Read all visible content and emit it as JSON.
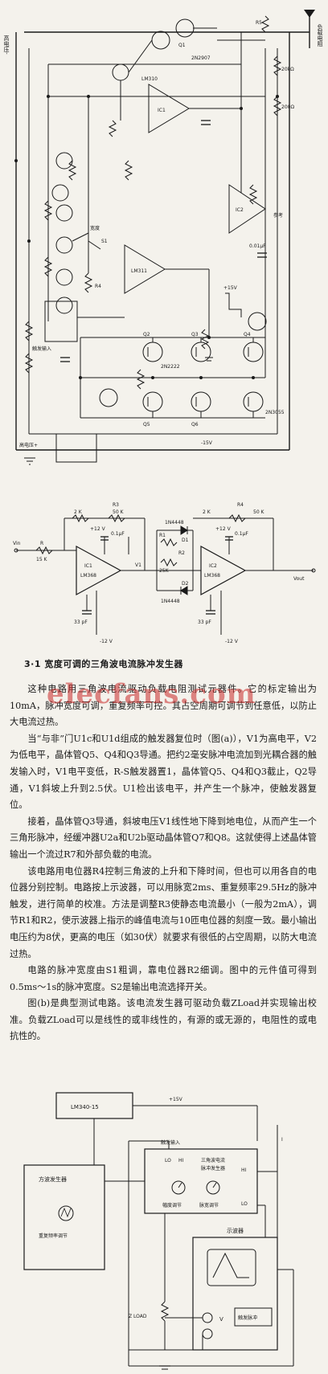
{
  "fig_a": {
    "labels": {
      "hv_minus": "高电压-",
      "hv_plus": "高电压+",
      "load_out": "负载电阻",
      "ref_out": "参考",
      "r5": "R5",
      "r4": "R4",
      "ic1": "IC1",
      "ic2": "IC2",
      "lm310": "LM310",
      "q1": "Q1",
      "q2": "Q2",
      "q3": "Q3",
      "q4": "Q4",
      "q5": "Q5",
      "q6": "Q6",
      "v15": "+15V",
      "v15n": "-15V",
      "k20": "20kΩ",
      "r200": "200Ω",
      "c01": "0.01μF",
      "n2n2222": "2N2222",
      "n2n2907": "2N2907",
      "n2n3055": "2N3055",
      "lm311": "LM311",
      "sw": "S1",
      "trigger": "触发输入",
      "width": "宽度"
    }
  },
  "fig_b": {
    "labels": {
      "r2k": "2 K",
      "r2k2": "2 K",
      "r3": "R3",
      "r4": "R4",
      "r50k": "50 K",
      "r50k2": "50 K",
      "v12": "+12 V",
      "v12b": "+12 V",
      "v12n": "-12 V",
      "v12nb": "-12 V",
      "c01": "0.1μF",
      "c01b": "0.1μF",
      "lm368": "LM368",
      "lm368b": "LM368",
      "ic1": "IC1",
      "ic2": "IC2",
      "vin": "Vin",
      "r": "R",
      "k15": "15 K",
      "pf33": "33 pF",
      "pf33b": "33 pF",
      "r1": "R1",
      "r2": "R2",
      "d1": "D1",
      "d2": "D2",
      "in4448": "1N4448",
      "in4448b": "1N4448",
      "v1": "V1",
      "vout": "Vout",
      "r25k": "25K"
    }
  },
  "caption": "3·1 宽度可调的三角波电流脉冲发生器",
  "watermark": "elecfans.com",
  "paragraphs": [
    "这种电路用三角波电流驱动负载电阻测试元器件。它的标定输出为10mA，脉冲宽度可调，重复频率可控。其占空周期可调节到任意低，以防止大电流过热。",
    "当“与非”门U1c和U1d组成的触发器复位时（图(a)），V1为高电平，V2为低电平，晶体管Q5、Q4和Q3导通。把约2毫安脉冲电流加到光耦合器的触发输入时，V1电平变低，R-S触发器置1，晶体管Q5、Q4和Q3截止，Q2导通，V1斜坡上升到2.5伏。U1检出该电平，并产生一个脉冲，使触发器复位。",
    "接着，晶体管Q3导通，斜坡电压V1线性地下降到地电位，从而产生一个三角形脉冲，经缓冲器U2a和U2b驱动晶体管Q7和Q8。这就使得上述晶体管输出一个流过R7和外部负载的电流。",
    "该电路用电位器R4控制三角波的上升和下降时间，但也可以用各自的电位器分别控制。电路按上示波器，可以用脉宽2ms、重复频率29.5Hz的脉冲触发，进行简单的校准。方法是调整R3使静态电流最小（一般为2mA），调节R1和R2，使示波器上指示的峰值电流与10匝电位器的刻度一致。最小输出电压约为8伏，更高的电压（如30伏）就要求有很低的占空周期，以防大电流过热。",
    "电路的脉冲宽度由S1粗调，靠电位器R2细调。图中的元件值可得到0.5ms～1s的脉冲宽度。S2是输出电流选择开关。",
    "图(b)是典型测试电路。该电流发生器可驱动负载ZLoad并实现输出校准。负载ZLoad可以是线性的或非线性的，有源的或无源的，电阻性的或电抗性的。"
  ],
  "fig_c": {
    "labels": {
      "lm340": "LM340-15",
      "v15": "+15V",
      "trigger_in": "触发输入",
      "pulse_gen": "方波发生器",
      "rep_rate": "重复频率调节",
      "tri_gen_1": "三角波电流",
      "tri_gen_2": "脉冲发生器",
      "amp_adj": "幅度调节",
      "width_adj": "脉宽调节",
      "scope": "示波器",
      "trig_pulse": "触发脉冲",
      "v": "V",
      "zload": "Z LOAD",
      "lo": "LO",
      "hi": "HI",
      "lo2": "LO",
      "hi2": "HI",
      "i_out": "I"
    }
  }
}
